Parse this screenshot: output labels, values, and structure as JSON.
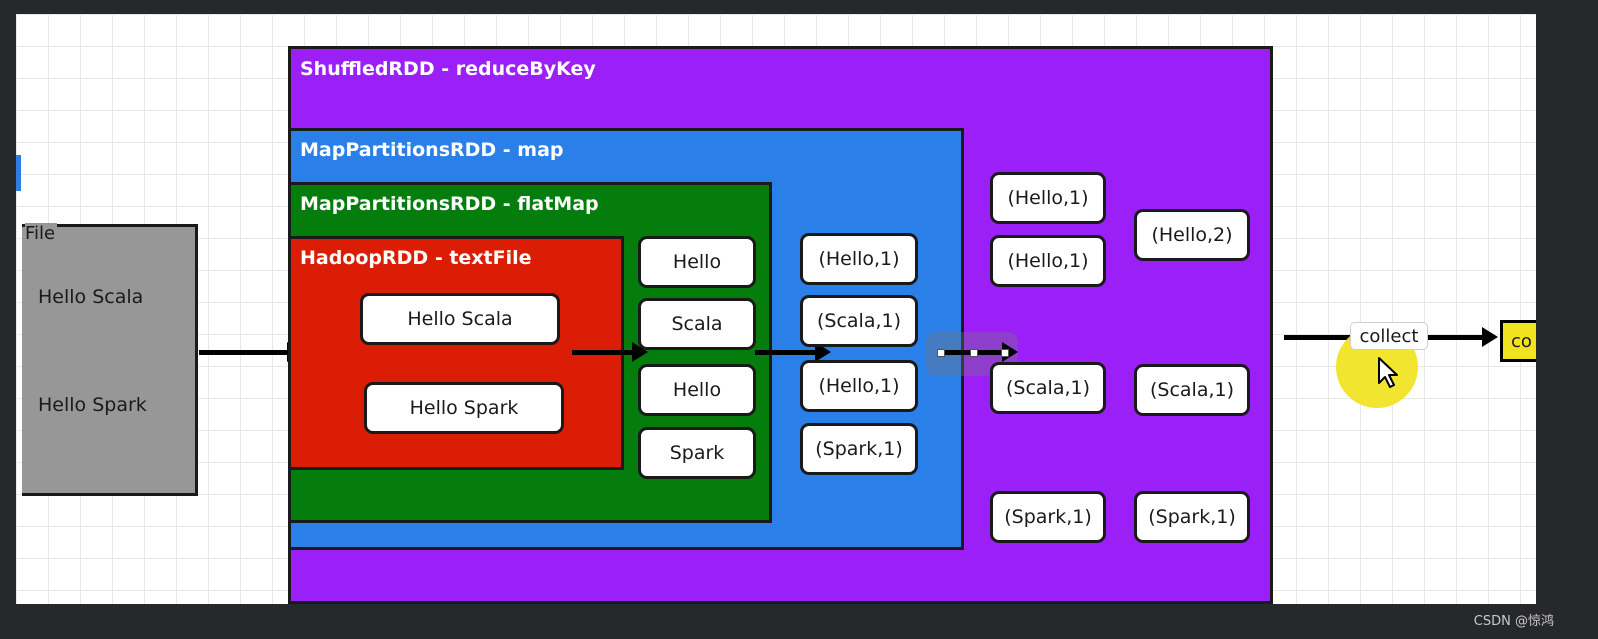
{
  "file": {
    "label": "File",
    "lines": [
      "Hello Scala",
      "Hello Spark"
    ]
  },
  "rdds": {
    "shuffled": "ShuffledRDD - reduceByKey",
    "map": "MapPartitionsRDD - map",
    "flatmap": "MapPartitionsRDD - flatMap",
    "hadoop": "HadoopRDD - textFile"
  },
  "hadoop_lines": [
    "Hello Scala",
    "Hello Spark"
  ],
  "flatmap_words": [
    "Hello",
    "Scala",
    "Hello",
    "Spark"
  ],
  "map_pairs": [
    "(Hello,1)",
    "(Scala,1)",
    "(Hello,1)",
    "(Spark,1)"
  ],
  "shuffle_groups": [
    "(Hello,1)",
    "(Hello,1)",
    "(Scala,1)",
    "(Spark,1)"
  ],
  "reduce_results": [
    "(Hello,2)",
    "(Scala,1)",
    "(Spark,1)"
  ],
  "collect_label": "collect",
  "output_label": "co",
  "watermark": "CSDN @惊鸿",
  "colors": {
    "shuffled": "#9b1ff7",
    "map": "#2a7fe8",
    "flatmap": "#047d0c",
    "hadoop": "#dc1d05",
    "file": "#979797",
    "highlight": "#f1e31d"
  }
}
